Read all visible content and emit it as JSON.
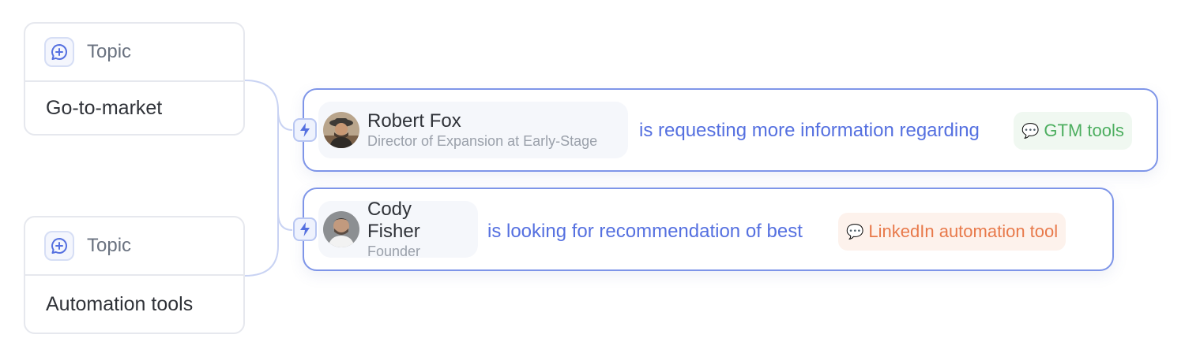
{
  "topics": [
    {
      "label": "Topic",
      "name": "Go-to-market"
    },
    {
      "label": "Topic",
      "name": "Automation tools"
    }
  ],
  "requests": [
    {
      "person_name": "Robert Fox",
      "person_role": "Director of Expansion at Early-Stage",
      "phrase": "is requesting more information regarding",
      "tag": "GTM tools"
    },
    {
      "person_name": "Cody Fisher",
      "person_role": "Founder",
      "phrase": "is looking for recommendation of best",
      "tag": "LinkedIn automation tool"
    }
  ],
  "colors": {
    "accent": "#5570e0",
    "card_border": "#7e95e8",
    "tag_green_text": "#4cae5f",
    "tag_green_bg": "#f0f8f1",
    "tag_orange_text": "#e8794a",
    "tag_orange_bg": "#fdf2ec"
  },
  "icons": {
    "topic": "chat-plus-icon",
    "trigger": "lightning-bolt-icon",
    "tag": "speech-bubble-icon"
  }
}
